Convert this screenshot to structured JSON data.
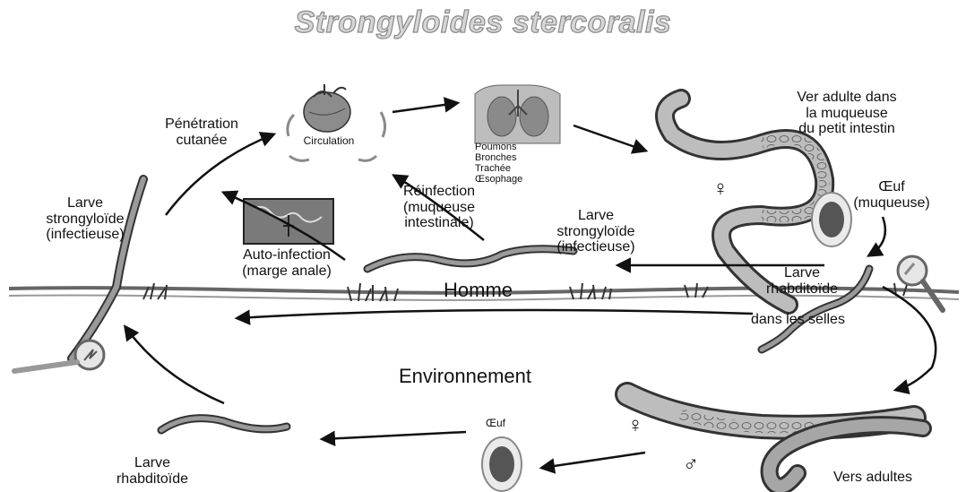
{
  "title": "Strongyloides stercoralis",
  "labels": {
    "penetration": "Pénétration\ncutanée",
    "circulation": "Circulation",
    "poumons": "Poumons\nBronches\nTrachée\nŒsophage",
    "ver_adulte": "Ver adulte dans\nla muqueuse\ndu petit intestin",
    "oeuf_muqueuse": "Œuf\n(muqueuse)",
    "female_symbol": "♀",
    "larve_strongyloide_left": "Larve\nstrongyloïde\n(infectieuse)",
    "reinfection": "Réinfection\n(muqueuse\nintestinale)",
    "auto_infection": "Auto-infection\n(marge anale)",
    "larve_strongyloide_mid": "Larve\nstrongyloïde\n(infectieuse)",
    "larve_rhabditoide_right": "Larve\nrhabditoïde",
    "homme": "Homme",
    "dans_les_selles": "dans les selles",
    "environnement": "Environnement",
    "oeuf_bottom": "Œuf",
    "female_symbol_bottom": "♀",
    "male_symbol": "♂",
    "vers_adultes": "Vers adultes",
    "larve_rhabditoide_bottom": "Larve\nrhabditoïde"
  }
}
